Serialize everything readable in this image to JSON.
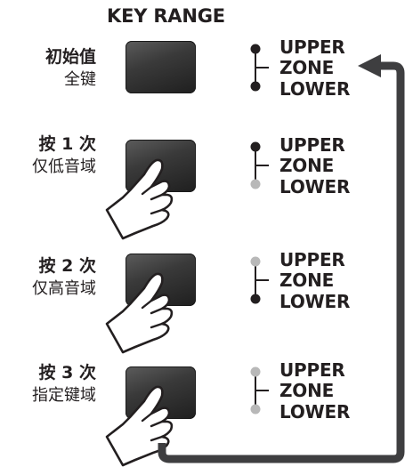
{
  "title": "KEY RANGE",
  "zone_labels": {
    "upper": "UPPER",
    "zone": "ZONE",
    "lower": "LOWER"
  },
  "colors": {
    "led_on": "#231f20",
    "led_off": "#b8b8b8",
    "arrow": "#3e3e40"
  },
  "steps": [
    {
      "line1": "初始值",
      "line2": "全键",
      "upper_led": "on",
      "lower_led": "on"
    },
    {
      "line1": "按 1 次",
      "line2": "仅低音域",
      "upper_led": "on",
      "lower_led": "off"
    },
    {
      "line1": "按 2 次",
      "line2": "仅高音域",
      "upper_led": "off",
      "lower_led": "on"
    },
    {
      "line1": "按 3 次",
      "line2": "指定键域",
      "upper_led": "off",
      "lower_led": "off"
    }
  ]
}
